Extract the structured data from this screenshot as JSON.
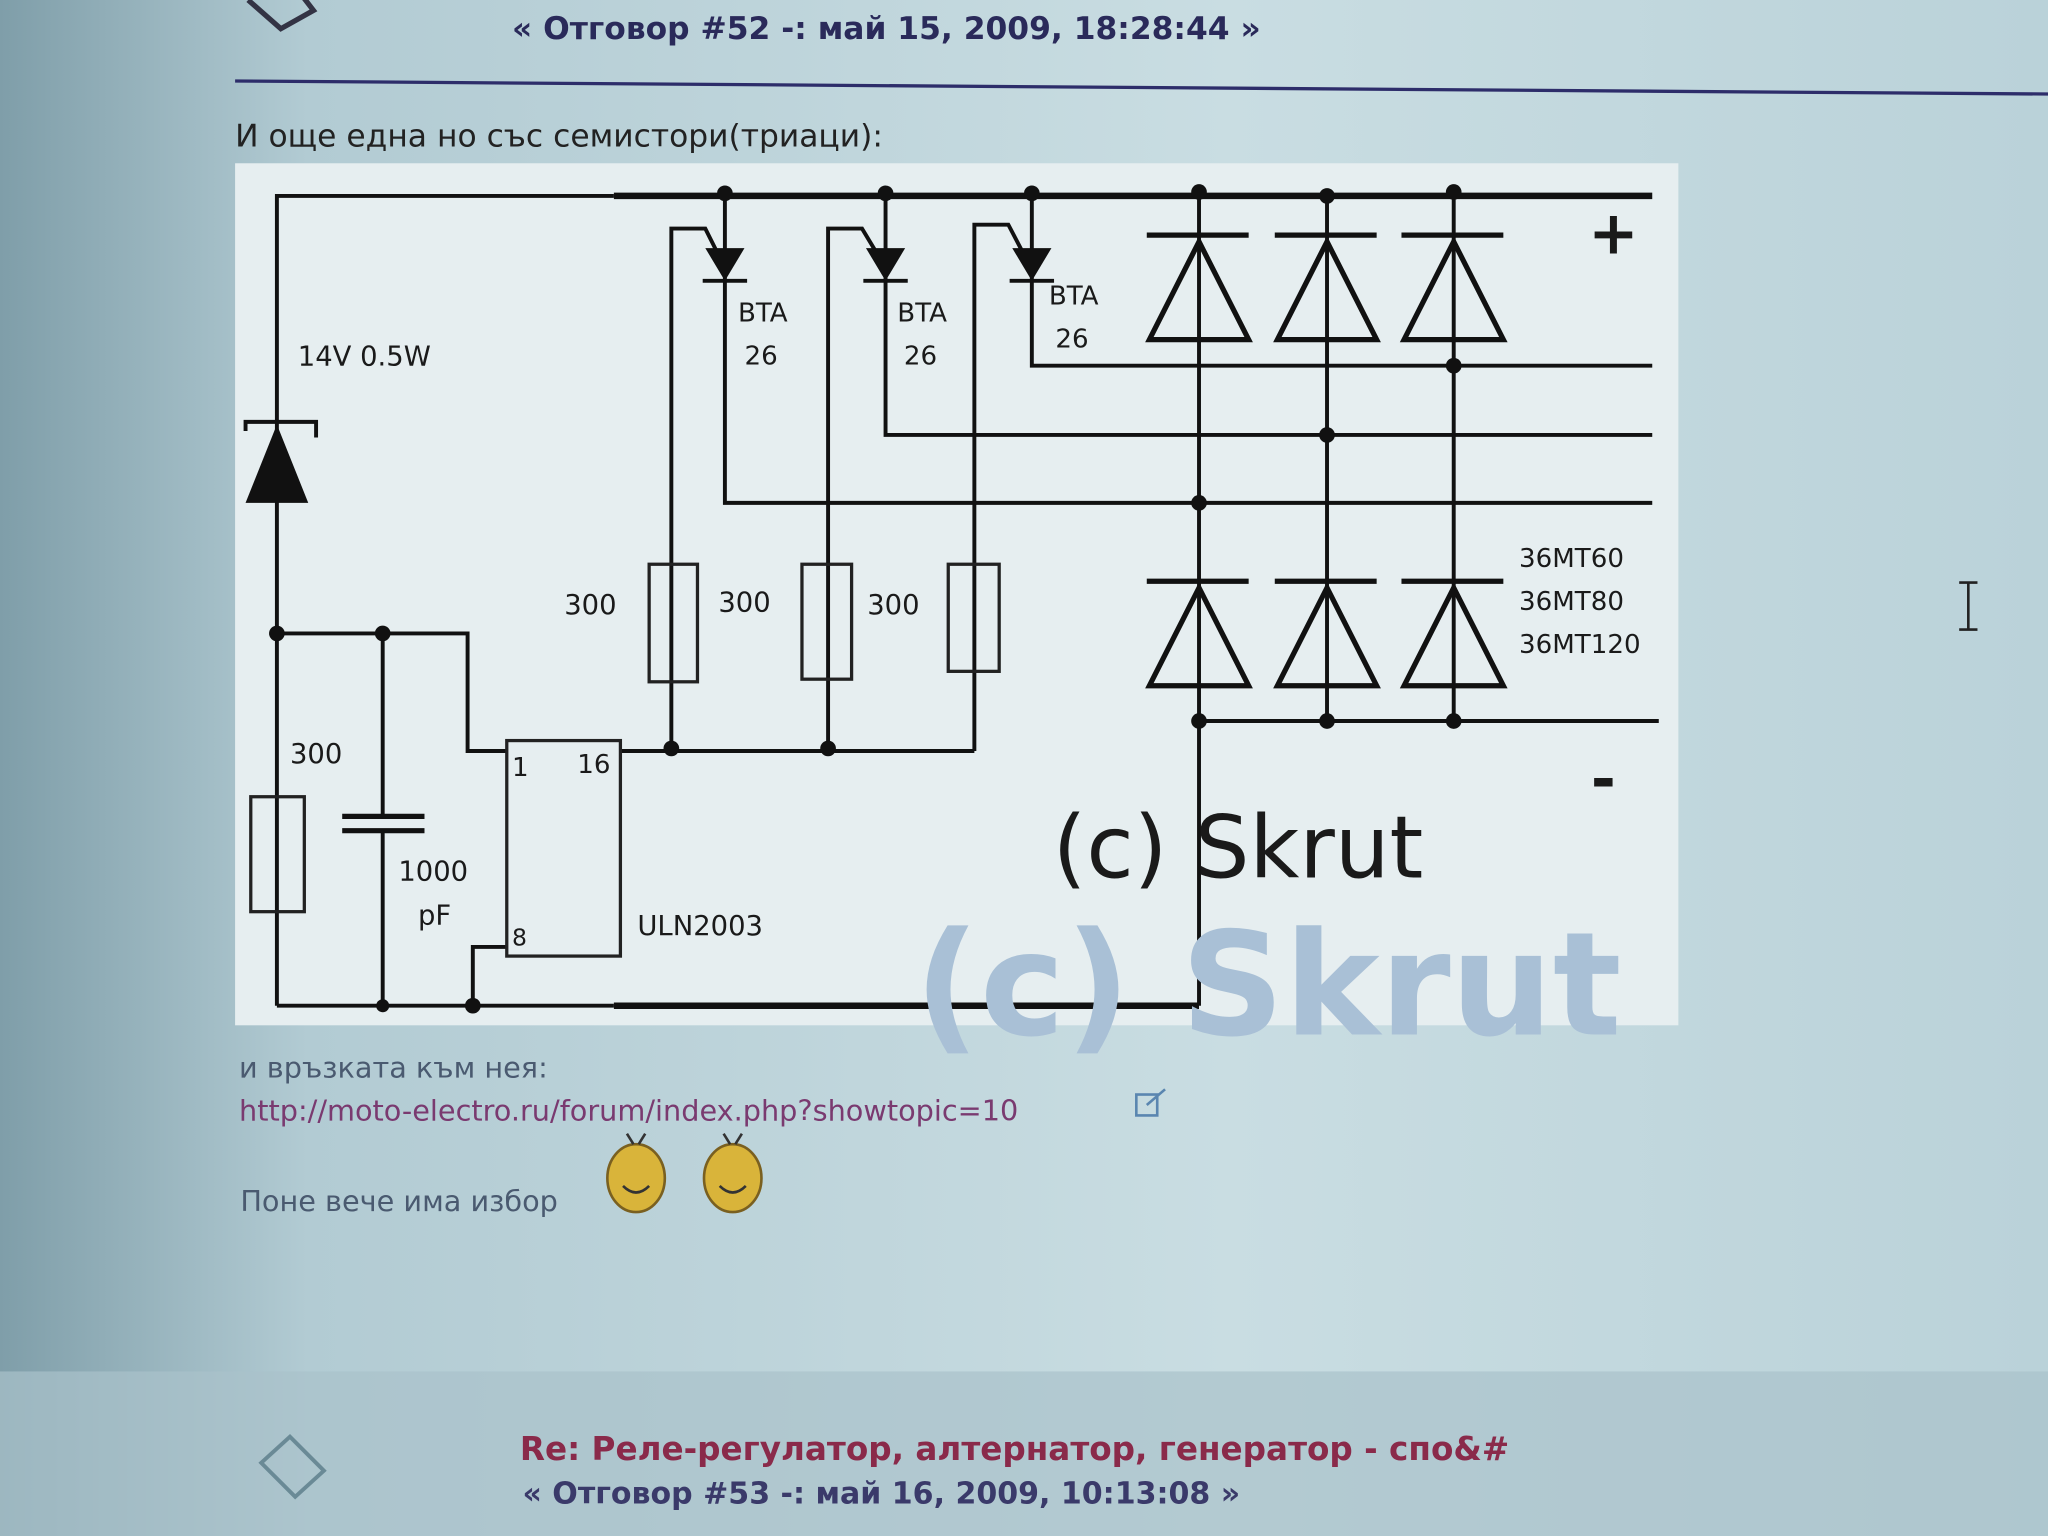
{
  "post_prev": {
    "reply_meta": "« Отговор #52 -: май 15, 2009, 18:28:44 »",
    "intro_text": "И още една но със семистори(триаци):",
    "link_caption": "и връзката към нея:",
    "link_url": "http://moto-electro.ru/forum/index.php?showtopic=10",
    "closing_text": "Поне вече има избор"
  },
  "schematic": {
    "zener_label": "14V 0.5W",
    "triacs": [
      {
        "line1": "BTA",
        "line2": "26"
      },
      {
        "line1": "BTA",
        "line2": "26"
      },
      {
        "line1": "BTA",
        "line2": "26"
      }
    ],
    "resistor_left": "300",
    "gate_resistors": [
      "300",
      "300",
      "300"
    ],
    "capacitor": {
      "line1": "1000",
      "line2": "pF"
    },
    "ic": {
      "pin1": "1",
      "pin16": "16",
      "pin8": "8",
      "name": "ULN2003"
    },
    "diodes": [
      "36MT60",
      "36MT80",
      "36MT120"
    ],
    "plus": "+",
    "minus": "-",
    "copyright": "(c) Skrut",
    "watermark": "(c) Skrut"
  },
  "post_next": {
    "title": "Re: Реле-регулатор, алтернатор, генератор - спо&#",
    "reply_meta": "« Отговор #53 -: май 16, 2009, 10:13:08 »"
  },
  "colors": {
    "title_link": "#8a2a4a",
    "meta": "#2a2a5a",
    "url": "#7a3a70"
  }
}
